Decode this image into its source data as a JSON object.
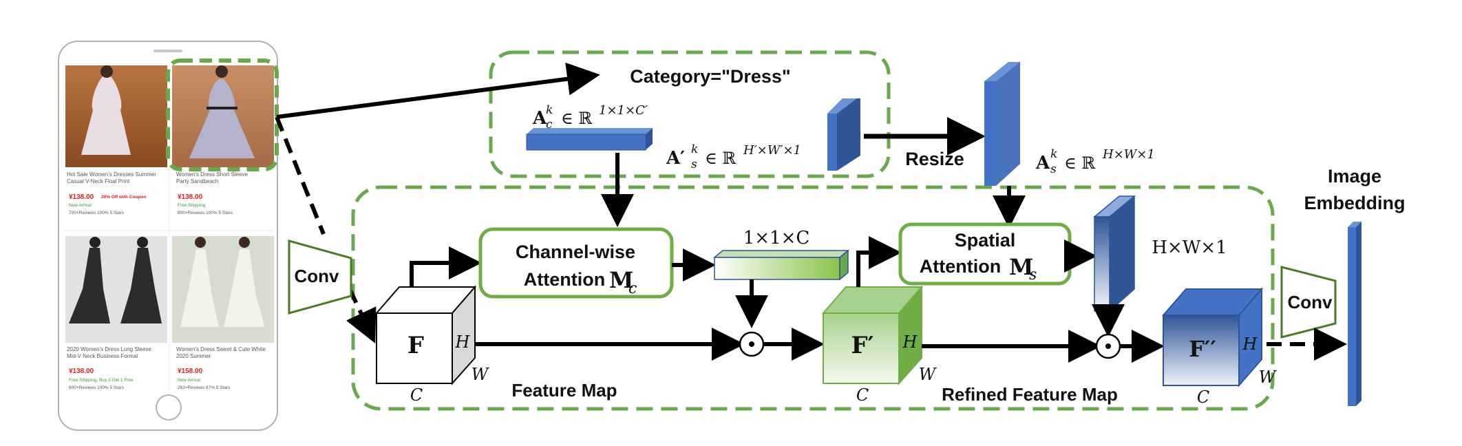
{
  "labels": {
    "category": "Category=\"Dress\"",
    "resize": "Resize",
    "conv_left": "Conv",
    "conv_right": "Conv",
    "channel_attention_line1": "Channel-wise",
    "channel_attention_line2": "Attention",
    "channel_attention_symbol": "M",
    "channel_attention_sub": "c",
    "spatial_attention_line1": "Spatial",
    "spatial_attention_line2": "Attention",
    "spatial_attention_symbol": "M",
    "spatial_attention_sub": "s",
    "feature_map": "Feature Map",
    "refined_feature_map": "Refined Feature Map",
    "image_embedding_line1": "Image",
    "image_embedding_line2": "Embedding",
    "dim_channel": "1×1×C",
    "dim_spatial": "H×W×1",
    "ac_formula": "A",
    "ac_sup": "k",
    "ac_sub": "c",
    "ac_space": "∈ ℝ",
    "ac_dims": "1×1×C′",
    "as_prime_formula": "A′",
    "as_prime_sup": "k",
    "as_prime_sub": "s",
    "as_prime_space": "∈ ℝ",
    "as_prime_dims": "H′×W′×1",
    "as_formula": "A",
    "as_sup": "k",
    "as_sub": "s",
    "as_space": "∈ ℝ",
    "as_dims": "H×W×1",
    "cube_F": "F",
    "cube_F_prime": "F′",
    "cube_F_dprime": "F′′",
    "cube_h": "H",
    "cube_w": "W",
    "cube_c": "C",
    "odot": "⊙"
  },
  "phone": {
    "products": [
      {
        "title_line1": "Hot Sale Women's Dresses Summer",
        "title_line2": "Casual V-Neck Floal Print",
        "price": "¥138.00",
        "promo": "20% Off with Coupon",
        "tag": "New Arrival",
        "stats": "700+Reviews 100% 5 Stars"
      },
      {
        "title_line1": "Women's Dress Short Sleeve",
        "title_line2": "Party Sandbeach",
        "price": "¥138.00",
        "promo": "",
        "tag": "Free Shipping",
        "stats": "800+Reviews 100% 5 Stars"
      },
      {
        "title_line1": "2020 Women's Dress Long Sleeve",
        "title_line2": "Mid-V Neck Business Formal",
        "price": "¥138.00",
        "promo": "",
        "tag": "Free Shipping, Buy 2 Get 1 Free",
        "stats": "800+Reviews 100% 5 Stars"
      },
      {
        "title_line1": "Women's Dress Sweet & Cute White",
        "title_line2": "2020 Summer",
        "price": "¥158.00",
        "promo": "",
        "tag": "New Arrival",
        "stats": "263+Reviews 87% 5 Stars"
      }
    ]
  },
  "colors": {
    "green_dash": "#6aa84f",
    "green_box": "#70ad47",
    "blue": "#4472c4",
    "price_red": "#e02020",
    "tag_green": "#3a9a3a"
  }
}
